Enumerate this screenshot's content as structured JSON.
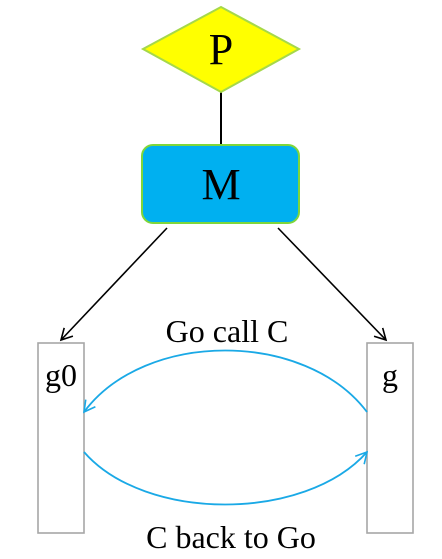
{
  "nodes": {
    "p": {
      "label": "P",
      "fill": "#ffff00",
      "stroke": "#a6d84a"
    },
    "m": {
      "label": "M",
      "fill": "#00b0f0",
      "stroke": "#7fd63a"
    },
    "g0": {
      "label": "g0",
      "fill": "#ffffff",
      "stroke": "#a6a6a6"
    },
    "g": {
      "label": "g",
      "fill": "#ffffff",
      "stroke": "#a6a6a6"
    }
  },
  "edges": {
    "go_call_c": {
      "label": "Go call C",
      "color": "#1aa9e6"
    },
    "c_back_to_go": {
      "label": "C back to Go",
      "color": "#1aa9e6"
    },
    "structure_color": "#000000"
  }
}
